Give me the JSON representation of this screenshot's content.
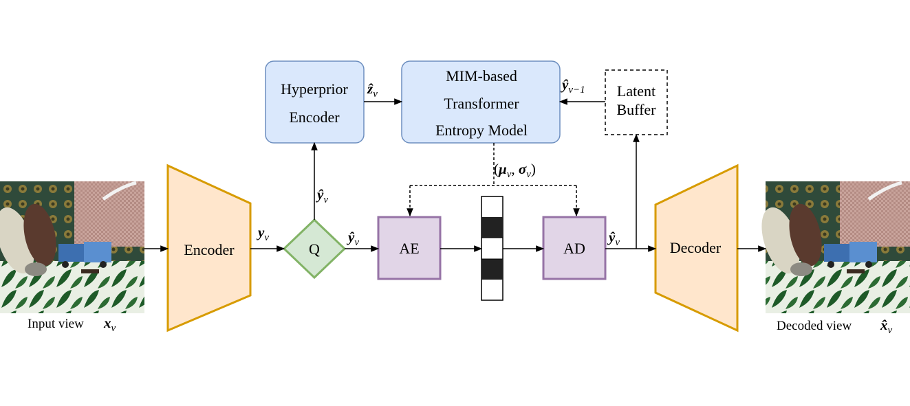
{
  "blocks": {
    "encoder": "Encoder",
    "decoder": "Decoder",
    "quantizer": "Q",
    "ae": "AE",
    "ad": "AD",
    "hyperprior": [
      "Hyperprior",
      "Encoder"
    ],
    "entropy_model": [
      "MIM-based",
      "Transformer",
      "Entropy Model"
    ],
    "latent_buffer": [
      "Latent",
      "Buffer"
    ]
  },
  "math": {
    "y": "y",
    "y_hat": "ŷ",
    "z_hat": "ẑ",
    "sub_v": "v",
    "sub_v_minus_1": "v−1",
    "mu": "μ",
    "sigma": "σ",
    "open_paren": "(",
    "close_paren": ")",
    "comma": ", "
  },
  "captions": {
    "input": "Input view",
    "decoded": "Decoded view",
    "input_var": "x",
    "decoded_var": "x̂"
  },
  "colors": {
    "trapezoid_fill": "#ffe6cc",
    "trapezoid_stroke": "#d79b00",
    "q_fill": "#d5e8d4",
    "q_stroke": "#82b366",
    "coder_fill": "#e1d5e7",
    "coder_stroke": "#9673a6",
    "blue_fill": "#dae8fc",
    "blue_stroke": "#6c8ebf"
  },
  "icons": [
    "input-image",
    "decoded-image",
    "bitstream-icon"
  ]
}
